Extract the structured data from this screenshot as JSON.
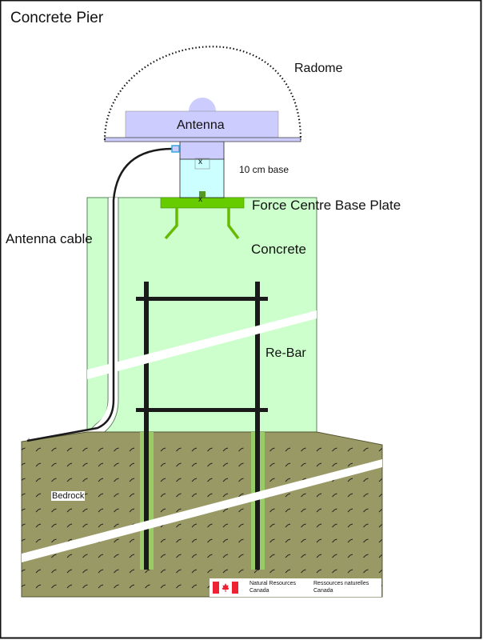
{
  "title": "Concrete Pier",
  "labels": {
    "radome": "Radome",
    "antenna": "Antenna",
    "base": "10 cm base",
    "base_plate": "Force Centre Base Plate",
    "antenna_cable": "Antenna cable",
    "concrete": "Concrete",
    "rebar": "Re-Bar",
    "bedrock": "Bedrock"
  },
  "logo": {
    "english_line1": "Natural Resources",
    "english_line2": "Canada",
    "french_line1": "Ressources naturelles",
    "french_line2": "Canada"
  },
  "colors": {
    "concrete": "#ccffcc",
    "antenna": "#ccccff",
    "base": "#ccffff",
    "base_plate": "#66cc00",
    "bedrock": "#999966",
    "rebar": "#1a1a1a",
    "rebar_sleeve": "#99cc66",
    "flag_red": "#ee2233"
  }
}
